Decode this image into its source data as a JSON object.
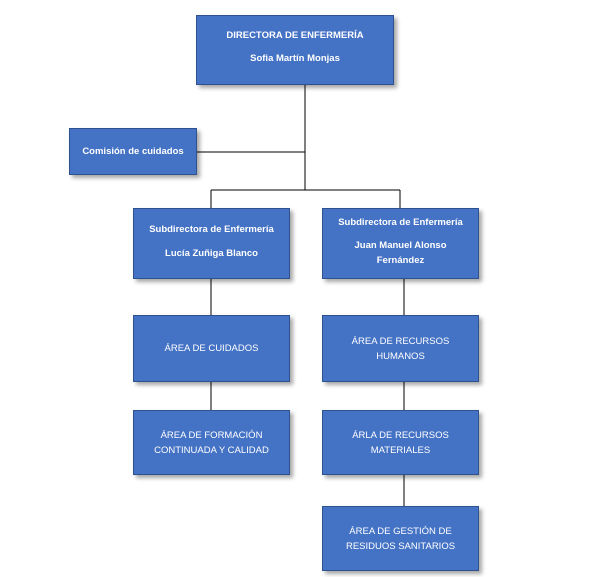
{
  "director": {
    "title": "DIRECTORA DE ENFERMERÍA",
    "name": "Sofia Martín Monjas"
  },
  "comision": {
    "label": "Comisión de cuidados"
  },
  "subdirectora_1": {
    "title": "Subdirectora de Enfermería",
    "name": "Lucía Zuñiga Blanco"
  },
  "subdirectora_2": {
    "title": "Subdirectora de Enfermería",
    "name": "Juan Manuel Alonso Fernández"
  },
  "areas_left": [
    {
      "label": "ÁREA DE CUIDADOS"
    },
    {
      "label": "ÁREA DE FORMACIÓN CONTINUADA Y CALIDAD"
    }
  ],
  "areas_right": [
    {
      "label": "ÁREA DE RECURSOS HUMANOS"
    },
    {
      "label": "ÁRLA DE RECURSOS MATERIALES"
    },
    {
      "label": "ÁREA DE GESTIÓN DE RESIDUOS SANITARIOS"
    }
  ],
  "colors": {
    "box_fill": "#4472c4",
    "box_border": "#2f528f",
    "text": "#ffffff",
    "connector": "#000000"
  }
}
